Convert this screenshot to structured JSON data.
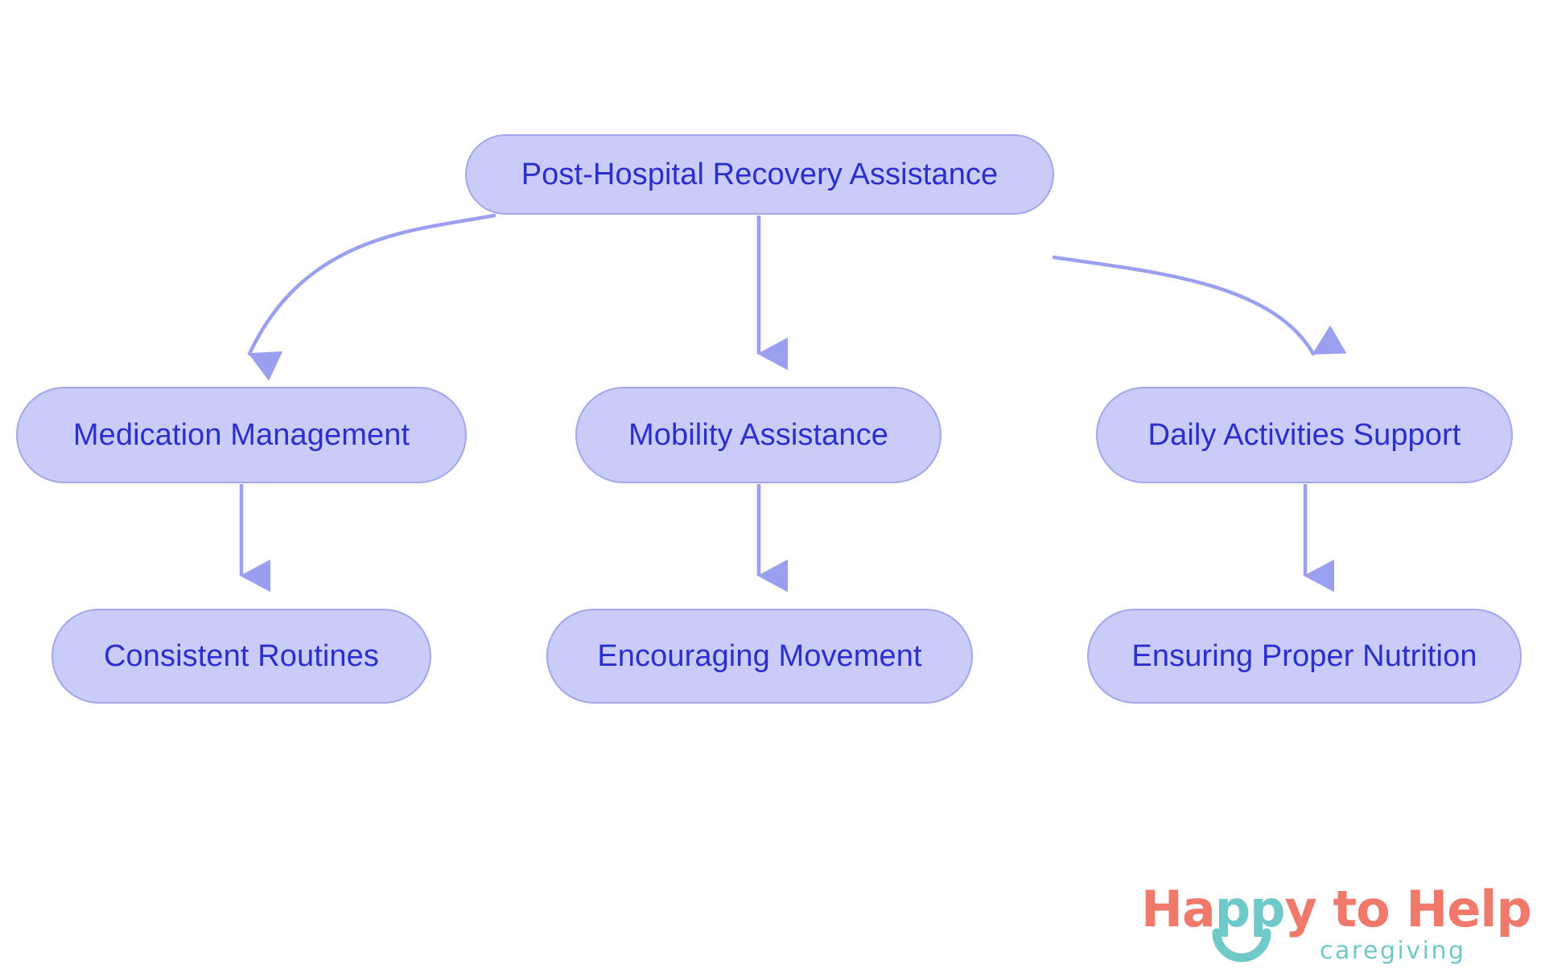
{
  "diagram": {
    "type": "flowchart",
    "orientation": "top-down",
    "background_color": "#ffffff",
    "node_fill": "#c9ccf7",
    "node_border": "#a3a7ea",
    "node_text_color": "#2b2fd0",
    "edge_color": "#9aa0ef",
    "nodes": {
      "root": {
        "id": "root",
        "label": "Post-Hospital Recovery Assistance",
        "level": 1
      },
      "medication": {
        "id": "medication",
        "label": "Medication Management",
        "level": 2
      },
      "mobility": {
        "id": "mobility",
        "label": "Mobility Assistance",
        "level": 2
      },
      "daily": {
        "id": "daily",
        "label": "Daily Activities Support",
        "level": 2
      },
      "routines": {
        "id": "routines",
        "label": "Consistent Routines",
        "level": 3
      },
      "movement": {
        "id": "movement",
        "label": "Encouraging Movement",
        "level": 3
      },
      "nutrition": {
        "id": "nutrition",
        "label": "Ensuring Proper Nutrition",
        "level": 3
      }
    },
    "edges": [
      {
        "from": "root",
        "to": "medication",
        "style": "curved"
      },
      {
        "from": "root",
        "to": "mobility",
        "style": "straight"
      },
      {
        "from": "root",
        "to": "daily",
        "style": "curved"
      },
      {
        "from": "medication",
        "to": "routines",
        "style": "straight"
      },
      {
        "from": "mobility",
        "to": "movement",
        "style": "straight"
      },
      {
        "from": "daily",
        "to": "nutrition",
        "style": "straight"
      }
    ]
  },
  "logo": {
    "word1": "Ha",
    "word2": "pp",
    "word3": "y to Help",
    "tagline": "caregiving",
    "coral": "#f0796b",
    "teal": "#6ec9c8"
  }
}
